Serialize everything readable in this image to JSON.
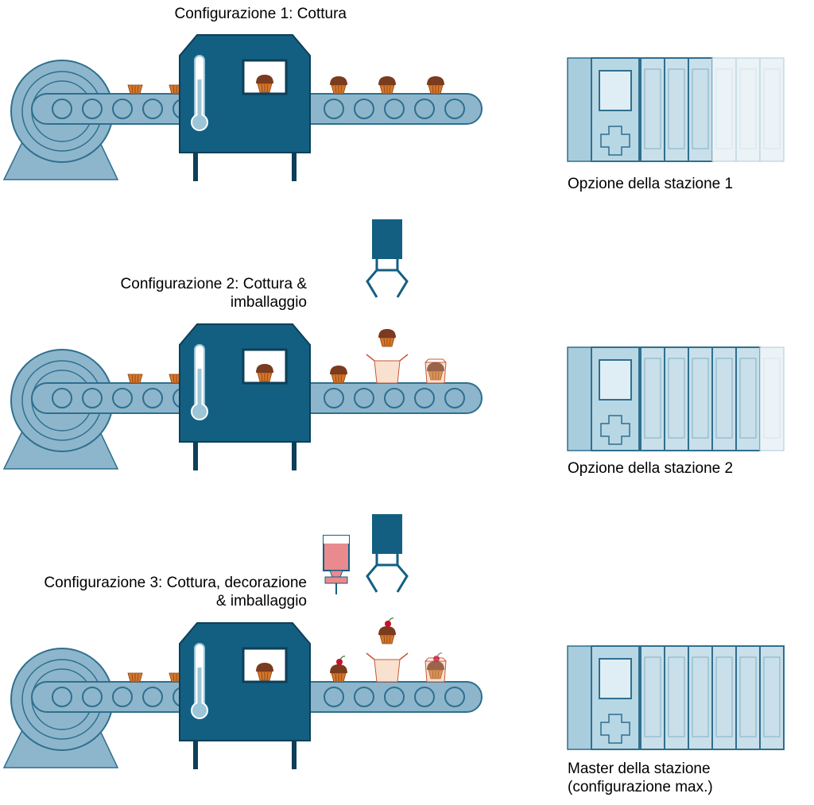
{
  "scenarios": [
    {
      "title_lines": [
        "Configurazione 1: Cottura"
      ],
      "station_label_lines": [
        "Opzione della stazione 1"
      ],
      "active_modules": 3,
      "total_modules": 6,
      "has_packaging": false,
      "has_decoration": false
    },
    {
      "title_lines": [
        "Configurazione 2: Cottura &",
        "imballaggio"
      ],
      "station_label_lines": [
        "Opzione della stazione 2"
      ],
      "active_modules": 5,
      "total_modules": 6,
      "has_packaging": true,
      "has_decoration": false
    },
    {
      "title_lines": [
        "Configurazione 3: Cottura, decorazione",
        "& imballaggio"
      ],
      "station_label_lines": [
        "Master della stazione",
        "(configurazione max.)"
      ],
      "active_modules": 6,
      "total_modules": 6,
      "has_packaging": true,
      "has_decoration": true
    }
  ],
  "colors": {
    "machine_dark": "#135f82",
    "conveyor_light": "#8db6cc",
    "conveyor_stroke": "#2f6f8f",
    "module_active": "#c9dfe9",
    "module_inactive": "#ebf3f7",
    "cupcake_wrapper": "#d5782c",
    "cupcake_top": "#7a3b1f",
    "cherry": "#c8102e",
    "box": "#f8e2cf",
    "box_stroke": "#c9573a",
    "dispenser": "#e98a8f"
  },
  "icons": [
    "conveyor-belt-icon",
    "oven-machine-icon",
    "thermometer-icon",
    "cupcake-icon",
    "gripper-icon",
    "packaging-box-icon",
    "decoration-dispenser-icon",
    "plc-station-icon"
  ]
}
